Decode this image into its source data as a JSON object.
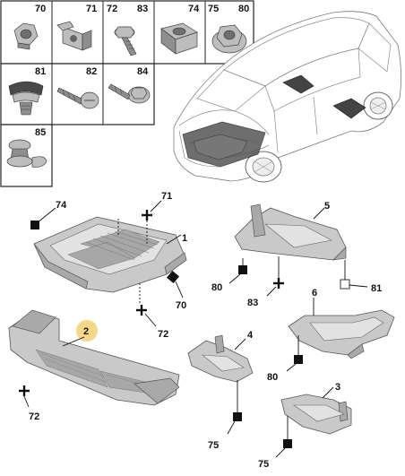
{
  "fastener_table": {
    "cells": [
      {
        "labels": [
          "70"
        ],
        "icon": "nut-icon"
      },
      {
        "labels": [
          "71"
        ],
        "icon": "clip-nut-icon"
      },
      {
        "labels": [
          "72",
          "83"
        ],
        "icon": "bolt-icon"
      },
      {
        "labels": [
          "74"
        ],
        "icon": "cage-nut-icon"
      },
      {
        "labels": [
          "75",
          "80"
        ],
        "icon": "flange-nut-icon"
      },
      {
        "labels": [
          "81"
        ],
        "icon": "push-clip-icon"
      },
      {
        "labels": [
          "82"
        ],
        "icon": "screw-icon"
      },
      {
        "labels": [
          "84"
        ],
        "icon": "washer-bolt-icon"
      },
      {
        "labels": [
          "85"
        ],
        "icon": "rivet-clip-icon"
      }
    ]
  },
  "parts": {
    "p1": {
      "number": "1",
      "symbols": [
        {
          "ref": "74",
          "kind": "square-black"
        },
        {
          "ref": "71",
          "kind": "cross"
        },
        {
          "ref": "70",
          "kind": "square-black-rotated"
        },
        {
          "ref": "72",
          "kind": "cross"
        }
      ]
    },
    "p2": {
      "number": "2",
      "highlight_color": "#f5d27a",
      "symbols": [
        {
          "ref": "72",
          "kind": "cross"
        }
      ]
    },
    "p3": {
      "number": "3",
      "symbols": [
        {
          "ref": "75",
          "kind": "square-black"
        }
      ]
    },
    "p4": {
      "number": "4",
      "symbols": [
        {
          "ref": "75",
          "kind": "square-black"
        }
      ]
    },
    "p5": {
      "number": "5",
      "symbols": [
        {
          "ref": "80",
          "kind": "square-black"
        },
        {
          "ref": "83",
          "kind": "cross"
        },
        {
          "ref": "81",
          "kind": "square-white"
        }
      ]
    },
    "p6": {
      "number": "6",
      "symbols": [
        {
          "ref": "80",
          "kind": "square-black"
        }
      ]
    }
  }
}
